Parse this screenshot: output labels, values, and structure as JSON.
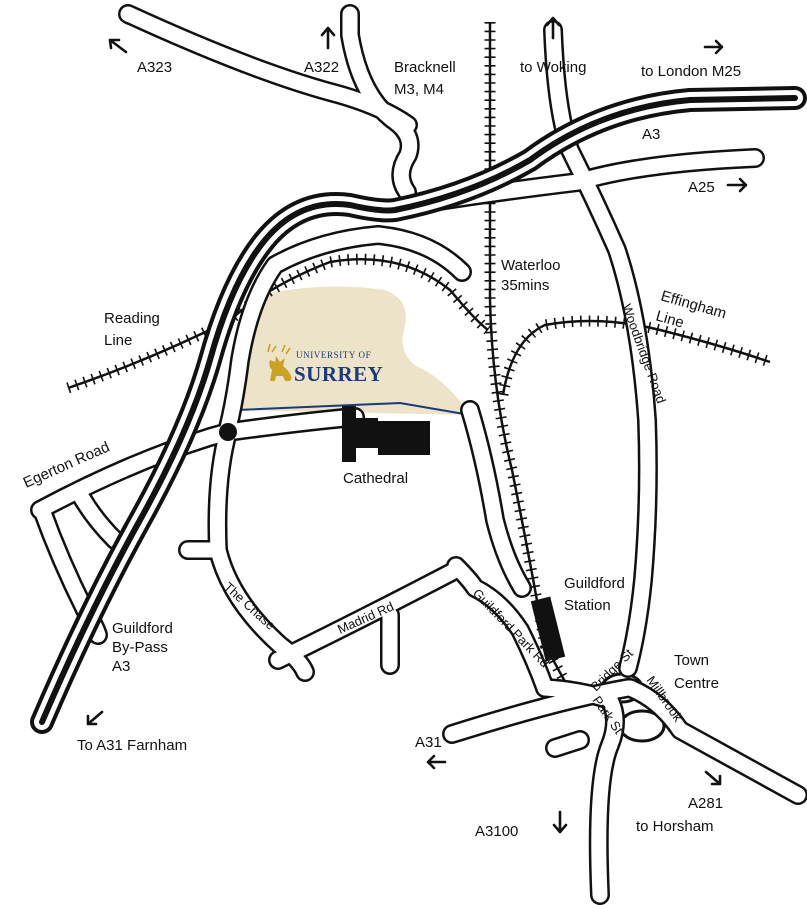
{
  "colors": {
    "campus_fill": "#ece3c8",
    "logo_blue": "#1a3a78",
    "logo_gold": "#c9a227",
    "boundary_line": "#1a3a78",
    "ink": "#111111",
    "road_fill": "#ffffff"
  },
  "logo": {
    "top_text": "UNIVERSITY OF",
    "main_text": "SURREY",
    "icon": "stag-icon"
  },
  "labels": {
    "a323": "A323",
    "a322": "A322",
    "bracknell_1": "Bracknell",
    "bracknell_2": "M3, M4",
    "to_woking": "to Woking",
    "to_london": "to London M25",
    "a3_top": "A3",
    "a25": "A25",
    "waterloo_1": "Waterloo",
    "waterloo_2": "35mins",
    "reading_1": "Reading",
    "reading_2": "Line",
    "effingham_1": "Effingham",
    "effingham_2": "Line",
    "woodbridge_road": "Woodbridge Road",
    "egerton_road": "Egerton Road",
    "cathedral": "Cathedral",
    "the_chase": "The Chase",
    "madrid_rd": "Madrid Rd",
    "guildford_park_rd": "Guildford Park Rd",
    "station_1": "Guildford",
    "station_2": "Station",
    "bridge_st": "Bridge St",
    "park_st": "Park St",
    "millbrook": "Millbrook",
    "town_1": "Town",
    "town_2": "Centre",
    "bypass_1": "Guildford",
    "bypass_2": "By-Pass",
    "bypass_3": "A3",
    "to_farnham": "To A31 Farnham",
    "a31": "A31",
    "a3100": "A3100",
    "a281_1": "A281",
    "a281_2": "to Horsham"
  }
}
